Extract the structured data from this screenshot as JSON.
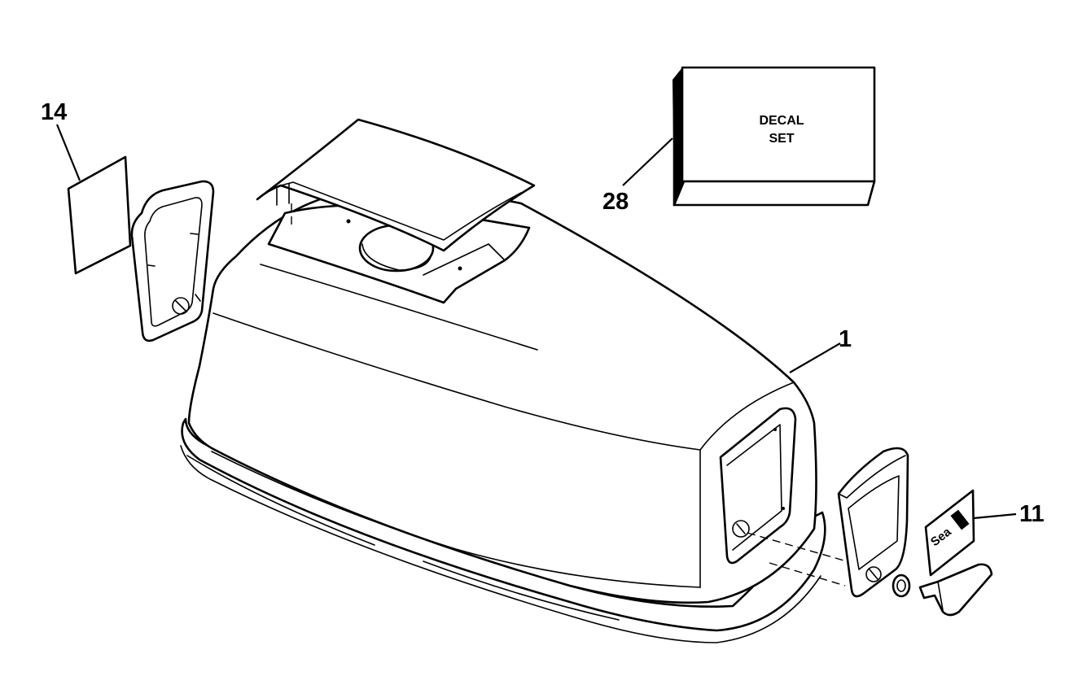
{
  "diagram": {
    "callouts": {
      "decal_14": "14",
      "decal_set_28": "28",
      "cover_1": "1",
      "emblem_11": "11"
    },
    "decal_box": {
      "line1": "DECAL",
      "line2": "SET"
    },
    "emblem_logo_text": "Sea"
  }
}
